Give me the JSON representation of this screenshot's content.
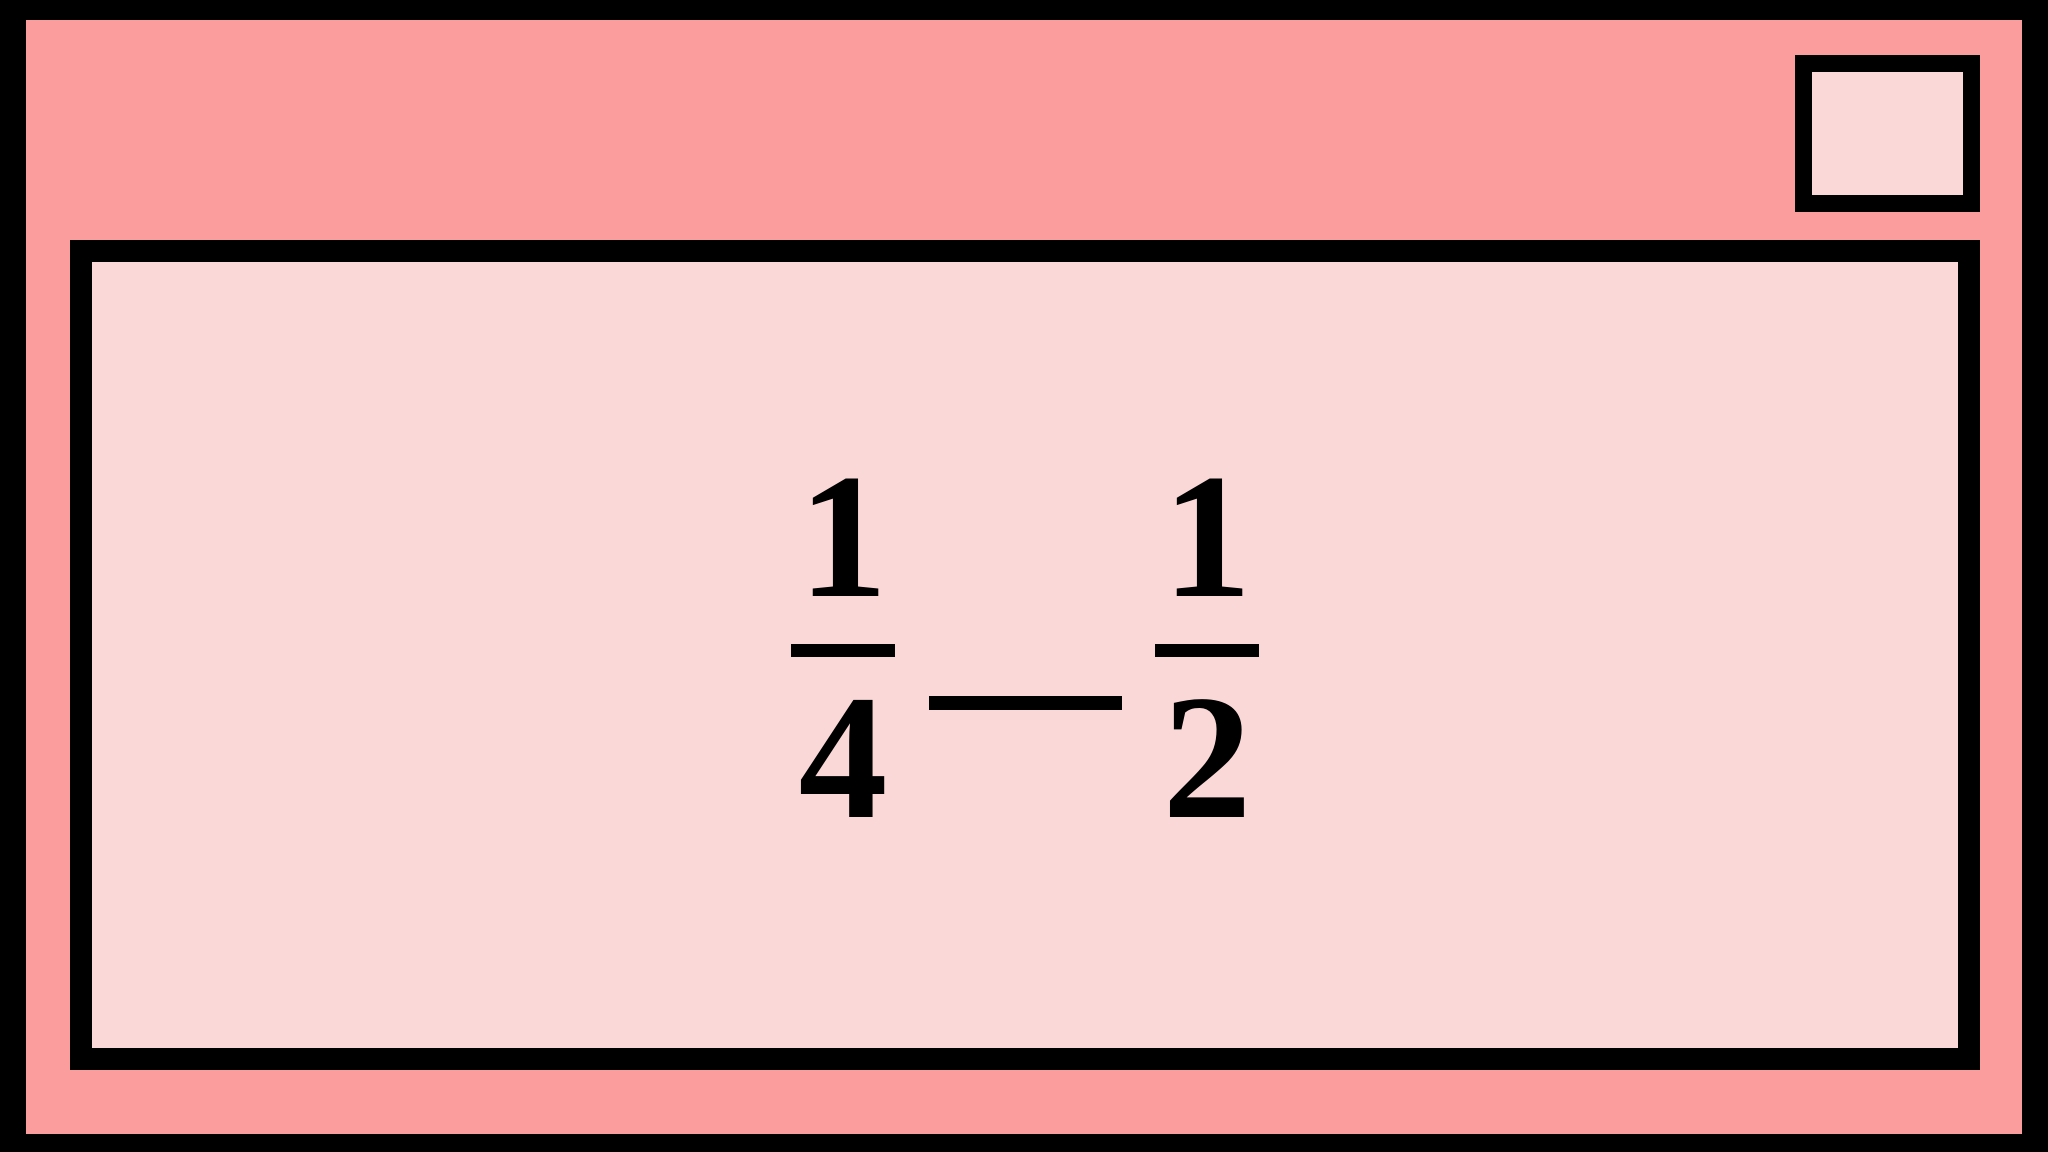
{
  "window": {
    "frame_color": "#000000",
    "panel_color": "#FC9D9D",
    "content_color": "#FBD8D8",
    "ink_color": "#000000"
  },
  "header": {
    "button": {
      "label": "",
      "icon": "blank-square-icon",
      "fill": "#FBD8D8",
      "border": "#000000"
    }
  },
  "content": {
    "expression": {
      "operator": "−",
      "operator_name": "minus-sign",
      "left_fraction": {
        "numerator": "1",
        "denominator": "4",
        "value": "1/4"
      },
      "right_fraction": {
        "numerator": "1",
        "denominator": "2",
        "value": "1/2"
      },
      "plain_text": "1/4 − 1/2"
    }
  }
}
